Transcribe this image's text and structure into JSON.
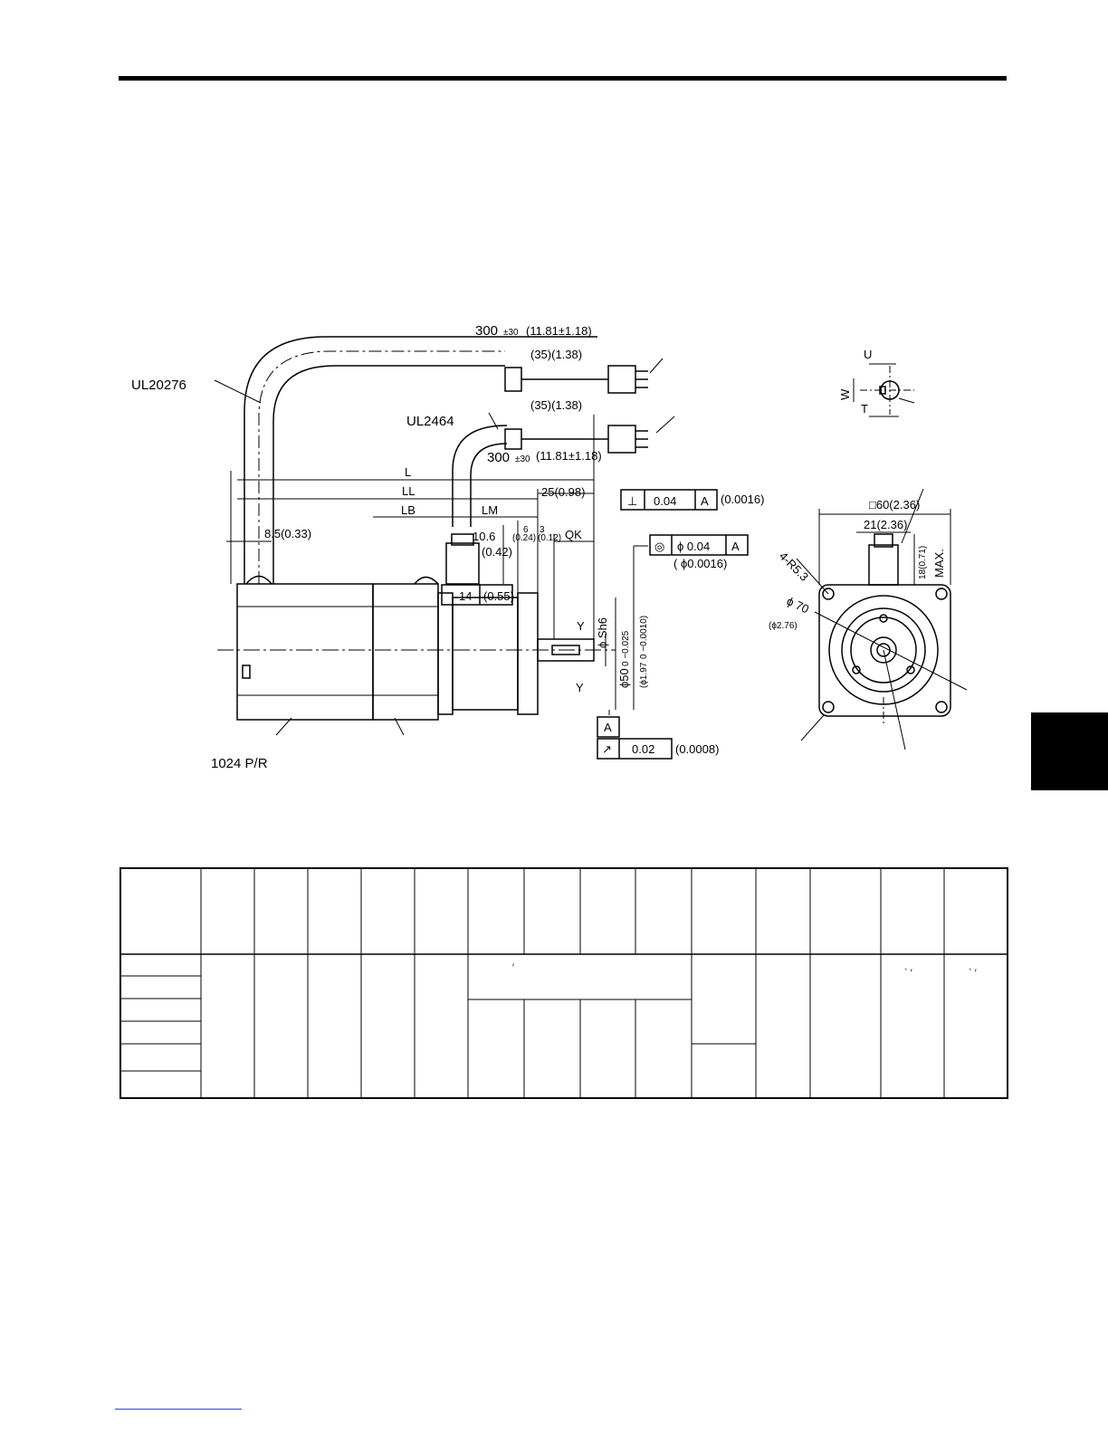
{
  "drawing": {
    "cable_length_top": "300",
    "cable_tol_top": "±30",
    "cable_length_top_in": "(11.81±1.18)",
    "connector_len_1": "(35)(1.38)",
    "connector_len_2": "(35)(1.38)",
    "cable_length_mid": "300",
    "cable_tol_mid": "±30",
    "cable_length_mid_in": "(11.81±1.18)",
    "cable_ul_encoder": "UL20276",
    "cable_ul_power": "UL2464",
    "dim_L": "L",
    "dim_LL": "LL",
    "dim_LB": "LB",
    "dim_LM": "LM",
    "dim_25": "25(0.98)",
    "dim_8_5": "8.5(0.33)",
    "dim_10_6": "10.6",
    "dim_10_6_in": "(0.42)",
    "dim_6": "6",
    "dim_6_in": "(0.24)",
    "dim_3": "3",
    "dim_3_in": "(0.12)",
    "dim_QK": "QK",
    "dim_14": "14",
    "dim_14_in": "(0.55)",
    "perp_symbol": "⊥",
    "perp_value": "0.04",
    "perp_datum": "A",
    "perp_in": "(0.0016)",
    "conc_symbol": "◎",
    "conc_value": "ϕ 0.04",
    "conc_datum": "A",
    "conc_in": "( ϕ0.0016)",
    "shaft_dia": "ϕ Sh6",
    "spigot_dia": "ϕ50",
    "spigot_tol": "0 −0.025",
    "spigot_in": "(ϕ1.97",
    "spigot_in_tol": "0 −0.0010)",
    "section_Y_top": "Y",
    "section_Y_bot": "Y",
    "datum_label": "A",
    "runout_symbol": "↗",
    "runout_value": "0.02",
    "runout_in": "(0.0008)",
    "encoder_label": "1024 P/R",
    "key_U": "U",
    "key_W": "W",
    "key_T": "T",
    "flange_square": "□60(2.36)",
    "dim_21": "21(2.36)",
    "dim_18": "18(0.71)",
    "dim_max": "MAX.",
    "holes": "4-R5.3",
    "pcd": "ϕ 70",
    "pcd_in": "(ϕ2.76)"
  },
  "table": {
    "header_cells": [
      "",
      "",
      "",
      "",
      "",
      "",
      "",
      "",
      "",
      "",
      "",
      "",
      "",
      "",
      ""
    ],
    "marks": [
      "′",
      "` ′",
      "` ′"
    ]
  }
}
